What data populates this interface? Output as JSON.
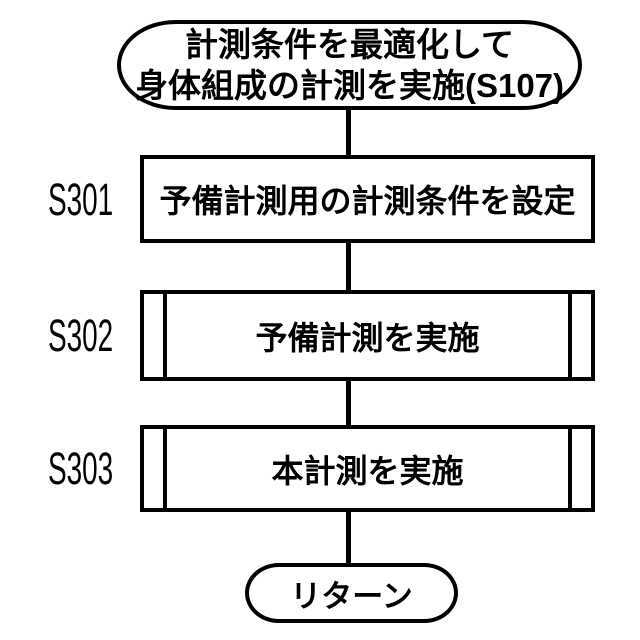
{
  "figure": {
    "type": "flowchart",
    "background_color": "#ffffff",
    "stroke_color": "#000000",
    "text_color": "#000000",
    "start_terminator": {
      "line1": "計測条件を最適化して",
      "line2": "身体組成の計測を実施(S107)"
    },
    "steps": [
      {
        "label": "S301",
        "text": "予備計測用の計測条件を設定",
        "shape": "process"
      },
      {
        "label": "S302",
        "text": "予備計測を実施",
        "shape": "predefined-process"
      },
      {
        "label": "S303",
        "text": "本計測を実施",
        "shape": "predefined-process"
      }
    ],
    "end_terminator": {
      "text": "リターン"
    }
  }
}
